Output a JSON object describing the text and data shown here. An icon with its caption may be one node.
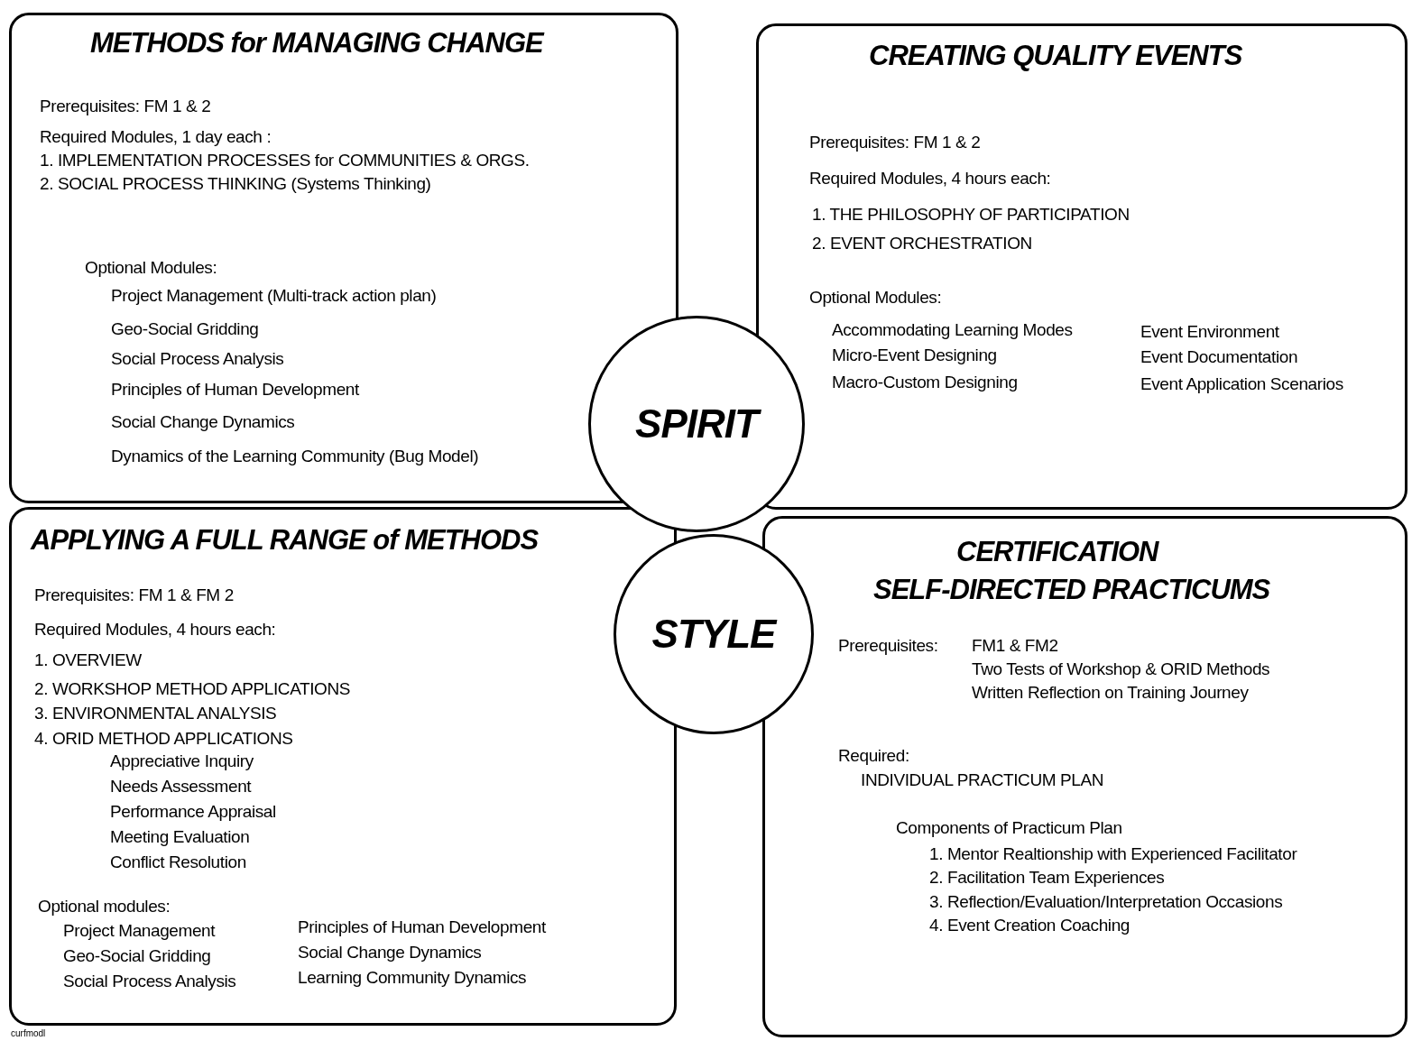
{
  "diagram": {
    "nodes": [
      {
        "text": [
          "METHODS for MANAGING CHANGE",
          "Prerequisites: FM 1 & 2",
          "Required Modules, 1 day each :",
          "1. IMPLEMENTATION PROCESSES for COMMUNITIES & ORGS.",
          "2. SOCIAL PROCESS THINKING (Systems Thinking)",
          "Optional Modules:",
          "Project Management (Multi-track action plan)",
          "Geo-Social Gridding",
          "Social Process Analysis",
          "Principles of Human Development",
          "Social Change Dynamics",
          "Dynamics of the Learning Community (Bug Model)"
        ]
      },
      {
        "text": [
          "CREATING QUALITY EVENTS",
          "Prerequisites: FM 1 & 2",
          "Required Modules, 4 hours each:",
          "1. THE PHILOSOPHY OF PARTICIPATION",
          "2. EVENT ORCHESTRATION",
          "Optional Modules:",
          "Accommodating Learning Modes",
          "Micro-Event Designing",
          "Macro-Custom Designing",
          "Event Environment",
          "Event Documentation",
          "Event Application Scenarios"
        ]
      },
      {
        "text": [
          "APPLYING A FULL RANGE of METHODS",
          "Prerequisites: FM 1 & FM 2",
          "Required Modules, 4 hours each:",
          "1. OVERVIEW",
          "2. WORKSHOP METHOD APPLICATIONS",
          "3. ENVIRONMENTAL ANALYSIS",
          "4. ORID METHOD APPLICATIONS",
          "Appreciative Inquiry",
          "Needs Assessment",
          "Performance Appraisal",
          "Meeting Evaluation",
          "Conflict Resolution",
          "Optional modules:",
          "Project Management",
          "Geo-Social Gridding",
          "Social Process Analysis",
          "Principles of Human Development",
          "Social Change Dynamics",
          "Learning Community Dynamics"
        ]
      },
      {
        "text": [
          "CERTIFICATION",
          "SELF-DIRECTED PRACTICUMS",
          "Prerequisites:",
          "FM1 & FM2",
          "Two Tests of Workshop & ORID Methods",
          "Written Reflection on Training Journey",
          "Required:",
          "INDIVIDUAL PRACTICUM PLAN",
          "Components of Practicum Plan",
          "1. Mentor Realtionship with Experienced Facilitator",
          "2. Facilitation Team Experiences",
          "3. Reflection/Evaluation/Interpretation Occasions",
          "4. Event Creation Coaching"
        ]
      },
      {
        "text": [
          "SPIRIT"
        ]
      },
      {
        "text": [
          "STYLE"
        ]
      }
    ],
    "labels": [
      "curfmodl"
    ]
  }
}
